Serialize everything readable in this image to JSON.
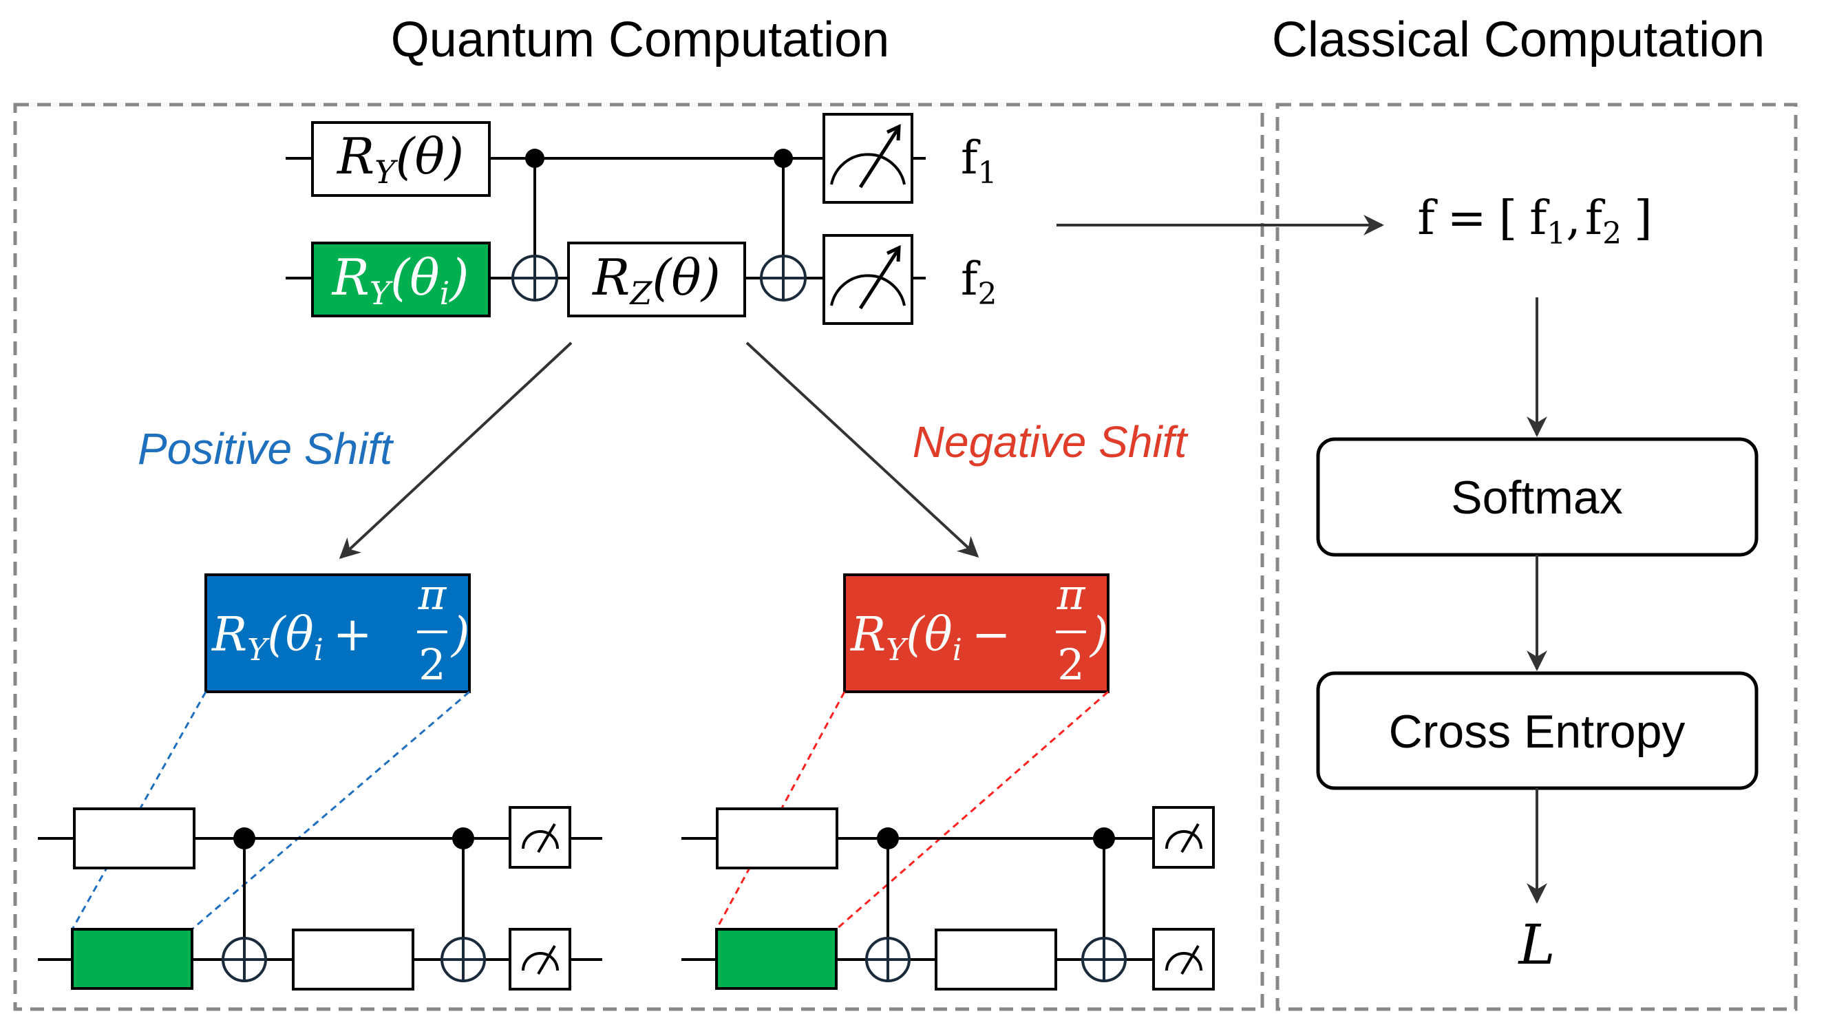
{
  "sections": {
    "quantum_title": "Quantum Computation",
    "classical_title": "Classical Computation"
  },
  "circuit": {
    "gate_ry": {
      "main": "R",
      "sub": "Y",
      "arg": "(θ)"
    },
    "gate_ry_i": {
      "main": "R",
      "sub": "Y",
      "arg_open": "(θ",
      "arg_sub": "i",
      "arg_close": ")"
    },
    "gate_rz": {
      "main": "R",
      "sub": "Z",
      "arg": "(θ)"
    },
    "output_1": {
      "main": "f",
      "sub": "1"
    },
    "output_2": {
      "main": "f",
      "sub": "2"
    }
  },
  "shifts": {
    "positive_label": "Positive Shift",
    "negative_label": "Negative Shift",
    "positive_gate": {
      "main": "R",
      "sub": "Y",
      "open": "(θ",
      "isub": "i",
      "op": "+",
      "num": "π",
      "den": "2",
      "close": ")"
    },
    "negative_gate": {
      "main": "R",
      "sub": "Y",
      "open": "(θ",
      "isub": "i",
      "op": "−",
      "num": "π",
      "den": "2",
      "close": ")"
    }
  },
  "classical": {
    "vector": {
      "lhs": "f",
      "eq": "=",
      "open": "[",
      "f1": "f",
      "s1": "1",
      "comma": ",",
      "f2": "f",
      "s2": "2",
      "close": "]"
    },
    "softmax_label": "Softmax",
    "cross_entropy_label": "Cross Entropy",
    "loss_label": "L"
  },
  "colors": {
    "green": "#00b050",
    "blue": "#0070c0",
    "red": "#e03c2a",
    "positive_text": "#1f6fbf",
    "negative_text": "#e03c2a",
    "dash_border": "#888888",
    "line": "#000000",
    "arrow": "#333333"
  }
}
